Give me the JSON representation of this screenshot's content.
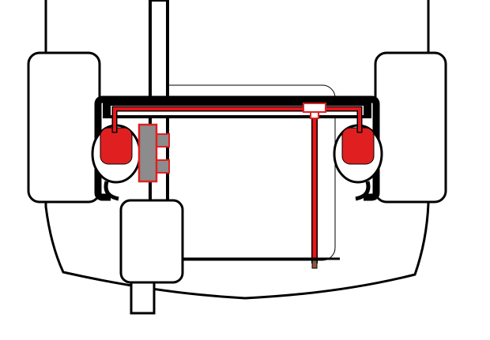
{
  "diagram": {
    "description_labels": [],
    "colors": {
      "outline": "#000000",
      "line_red": "#e8151b",
      "component_red": "#e02020",
      "valve_gray": "#8c8c8c",
      "background": "#ffffff",
      "fitting_white": "#ffffff"
    },
    "parts": [
      "vehicle-body-outline",
      "left-wheel",
      "right-wheel",
      "axle-beam",
      "left-air-bag",
      "right-air-bag",
      "control-valve",
      "tee-fitting",
      "air-line",
      "tank",
      "frame-rail"
    ]
  }
}
